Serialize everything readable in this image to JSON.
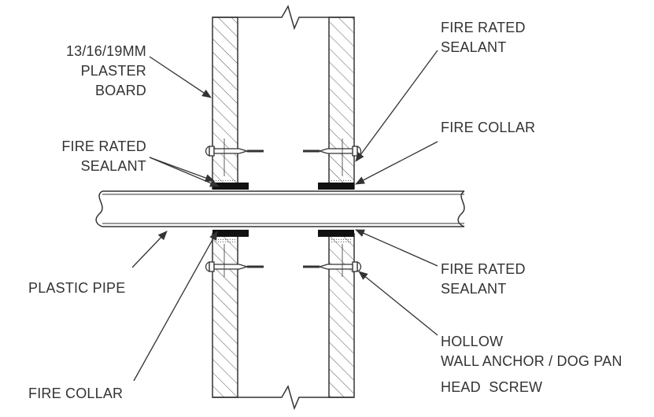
{
  "labels": {
    "plasterboard": [
      "13/16/19MM",
      "PLASTER",
      "BOARD"
    ],
    "sealant_top_right": [
      "FIRE RATED",
      "SEALANT"
    ],
    "fire_collar_top_right": "FIRE COLLAR",
    "sealant_left": [
      "FIRE RATED",
      "SEALANT"
    ],
    "plastic_pipe": "PLASTIC PIPE",
    "sealant_bottom_right": [
      "FIRE RATED",
      "SEALANT"
    ],
    "anchor": [
      "HOLLOW",
      "WALL ANCHOR / DOG PAN",
      "HEAD  SCREW"
    ],
    "fire_collar_bottom_left": "FIRE COLLAR"
  },
  "colors": {
    "line": "#444444",
    "collar": "#111111",
    "text": "#333333"
  }
}
